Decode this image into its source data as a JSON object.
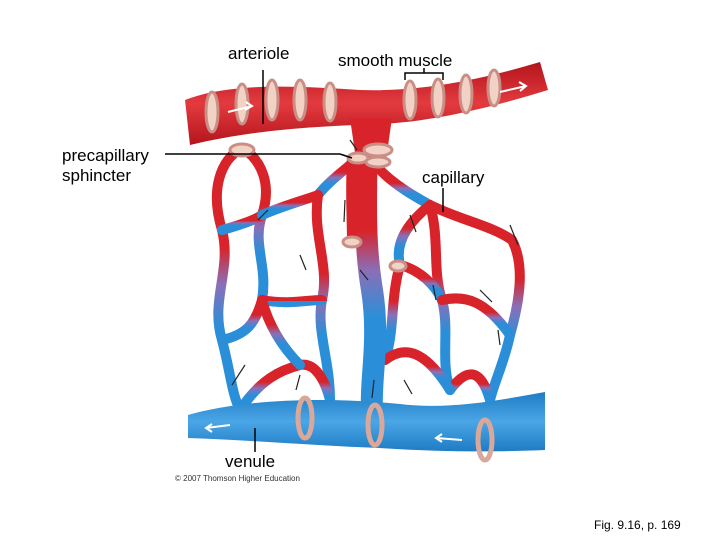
{
  "labels": {
    "arteriole": "arteriole",
    "smooth_muscle": "smooth muscle",
    "precapillary_line1": "precapillary",
    "precapillary_line2": "sphincter",
    "capillary": "capillary",
    "venule": "venule"
  },
  "copyright": "© 2007 Thomson Higher Education",
  "figure_ref": "Fig. 9.16, p. 169",
  "colors": {
    "artery": "#d8232a",
    "vein": "#2a8fd8",
    "transition": "#8a6fb8",
    "muscle": "#f2c9b8"
  }
}
